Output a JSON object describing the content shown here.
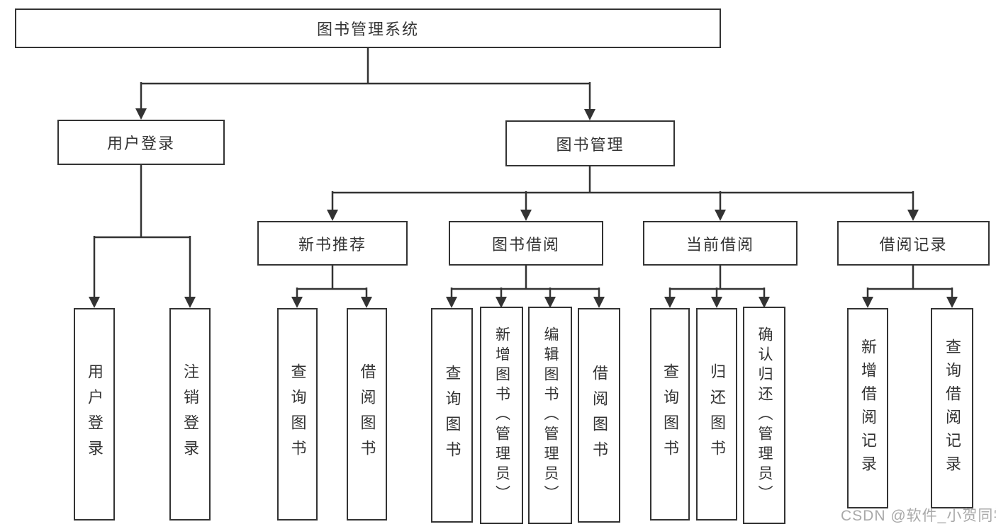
{
  "diagram_title": "图书管理系统",
  "watermark": "CSDN @软件_小贺同学",
  "colors": {
    "line": "#333333",
    "box_border": "#333333",
    "box_fill": "#ffffff",
    "text": "#333333",
    "watermark": "#a9a9a9",
    "background": "#ffffff"
  },
  "tree": {
    "label": "图书管理系统",
    "children": [
      {
        "label": "用户登录",
        "children": [
          {
            "label": "用户登录"
          },
          {
            "label": "注销登录"
          }
        ]
      },
      {
        "label": "图书管理",
        "children": [
          {
            "label": "新书推荐",
            "children": [
              {
                "label": "查询图书"
              },
              {
                "label": "借阅图书"
              }
            ]
          },
          {
            "label": "图书借阅",
            "children": [
              {
                "label": "查询图书"
              },
              {
                "label": "新增图书（管理员）"
              },
              {
                "label": "编辑图书（管理员）"
              },
              {
                "label": "借阅图书"
              }
            ]
          },
          {
            "label": "当前借阅",
            "children": [
              {
                "label": "查询图书"
              },
              {
                "label": "归还图书"
              },
              {
                "label": "确认归还（管理员）"
              }
            ]
          },
          {
            "label": "借阅记录",
            "children": [
              {
                "label": "新增借阅记录"
              },
              {
                "label": "查询借阅记录"
              }
            ]
          }
        ]
      }
    ]
  }
}
